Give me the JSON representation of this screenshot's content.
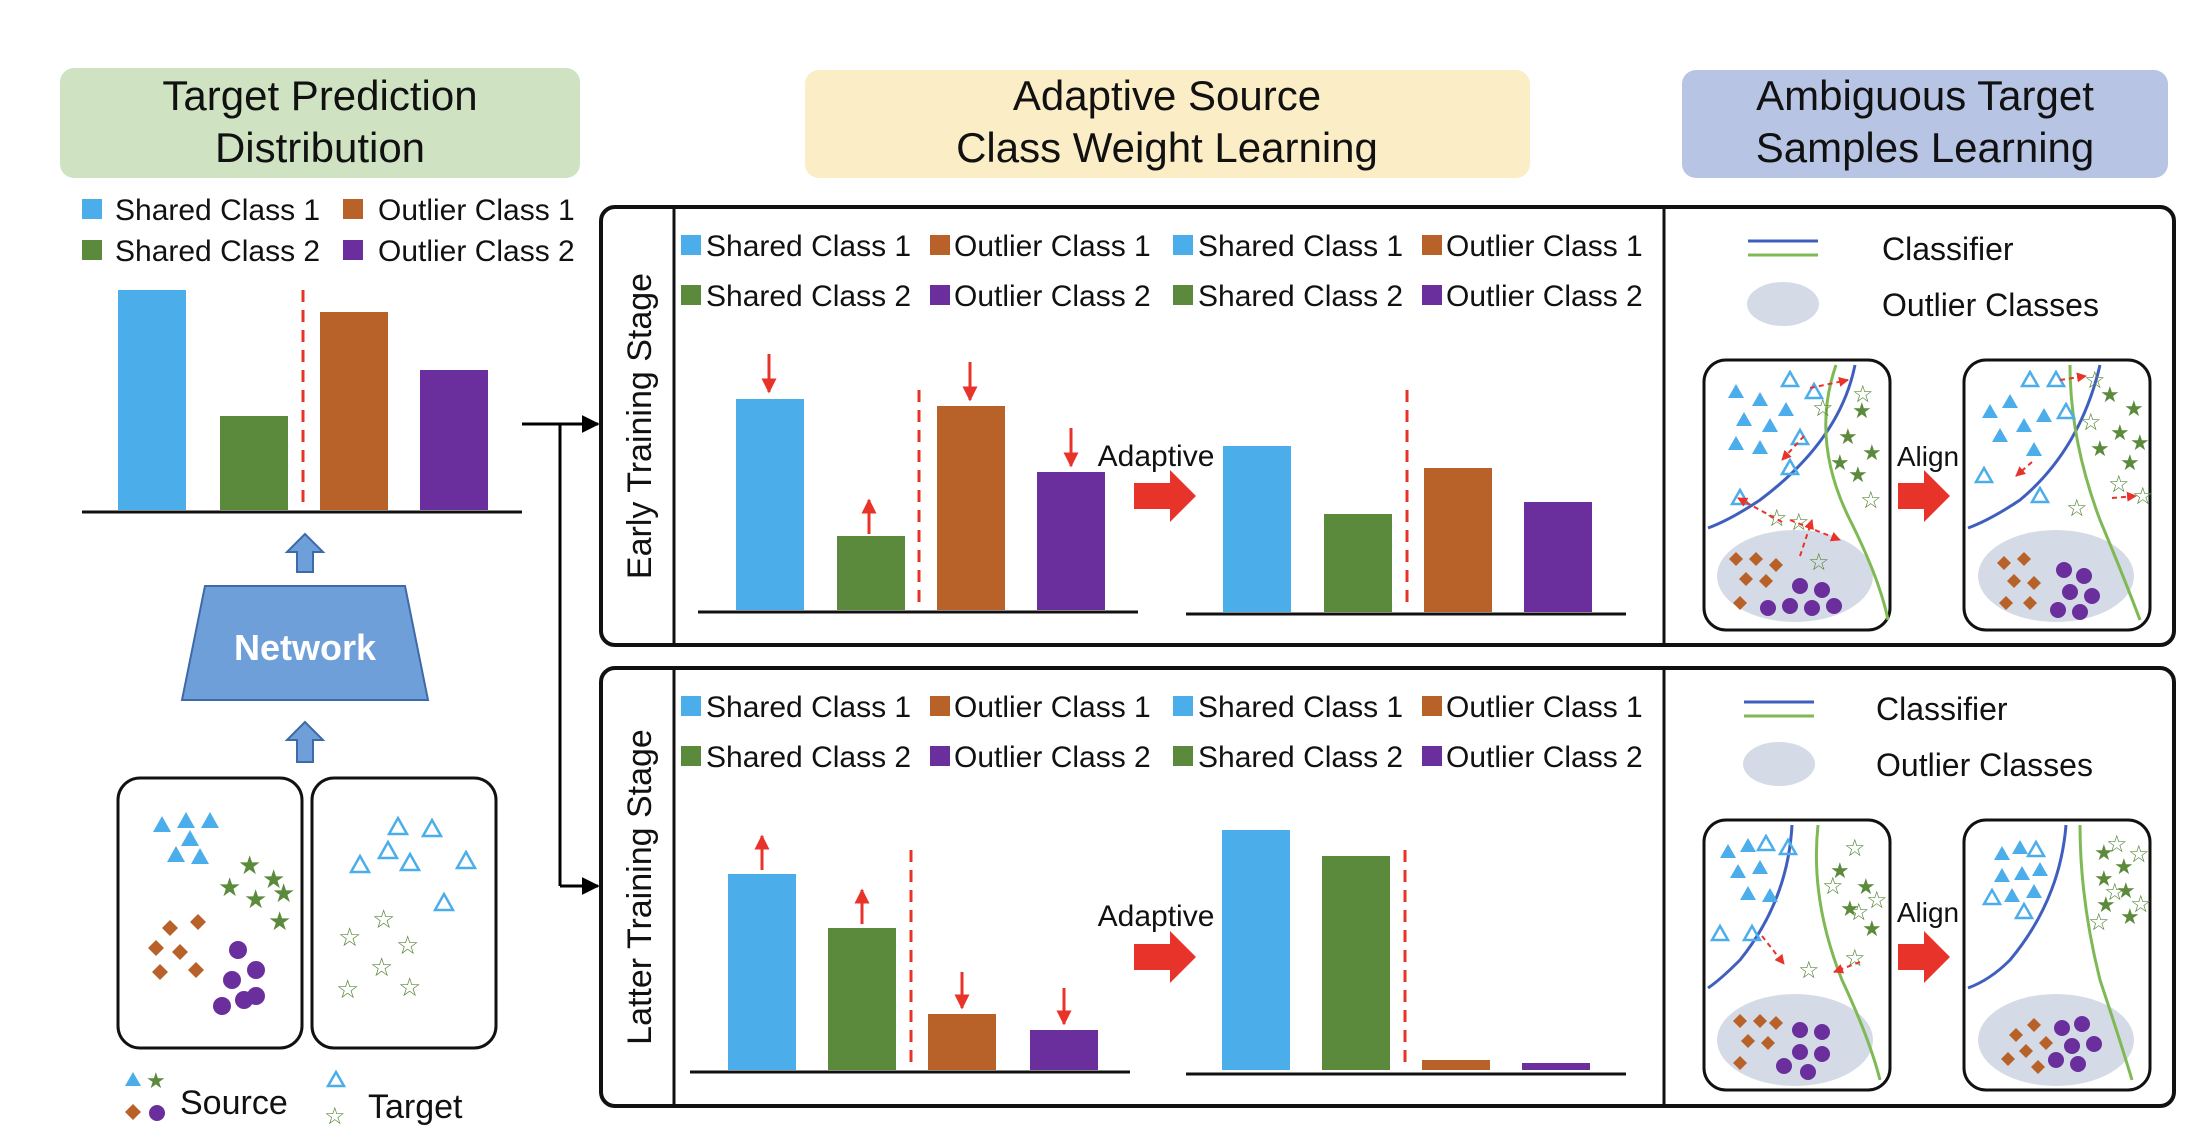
{
  "headers": {
    "target_prediction": [
      "Target Prediction",
      "Distribution"
    ],
    "adaptive_weight": [
      "Adaptive Source",
      "Class Weight Learning"
    ],
    "ambiguous": [
      "Ambiguous Target",
      "Samples Learning"
    ]
  },
  "legend": {
    "shared1": "Shared Class 1",
    "shared2": "Shared Class 2",
    "outlier1": "Outlier Class 1",
    "outlier2": "Outlier Class 2"
  },
  "network_label": "Network",
  "source_label": "Source",
  "target_label": "Target",
  "stages": {
    "early": "Early Training Stage",
    "latter": "Latter Training Stage"
  },
  "adaptive_label": "Adaptive",
  "align_label": "Align",
  "classifier_label": "Classifier",
  "outlier_classes_label": "Outlier Classes",
  "colors": {
    "shared1": "#4baeea",
    "shared2": "#5b8a3c",
    "outlier1": "#b8622a",
    "outlier2": "#6a2f9c",
    "arrow_red": "#e8332a",
    "header_green": "#cfe3c2",
    "header_yellow": "#fbedc5",
    "header_blue": "#b7c4e4",
    "network": "#6f9fd8",
    "classifier_blue": "#3f5fbf",
    "classifier_green": "#7fb955",
    "ellipse_gray": "#d5dbe6"
  }
}
